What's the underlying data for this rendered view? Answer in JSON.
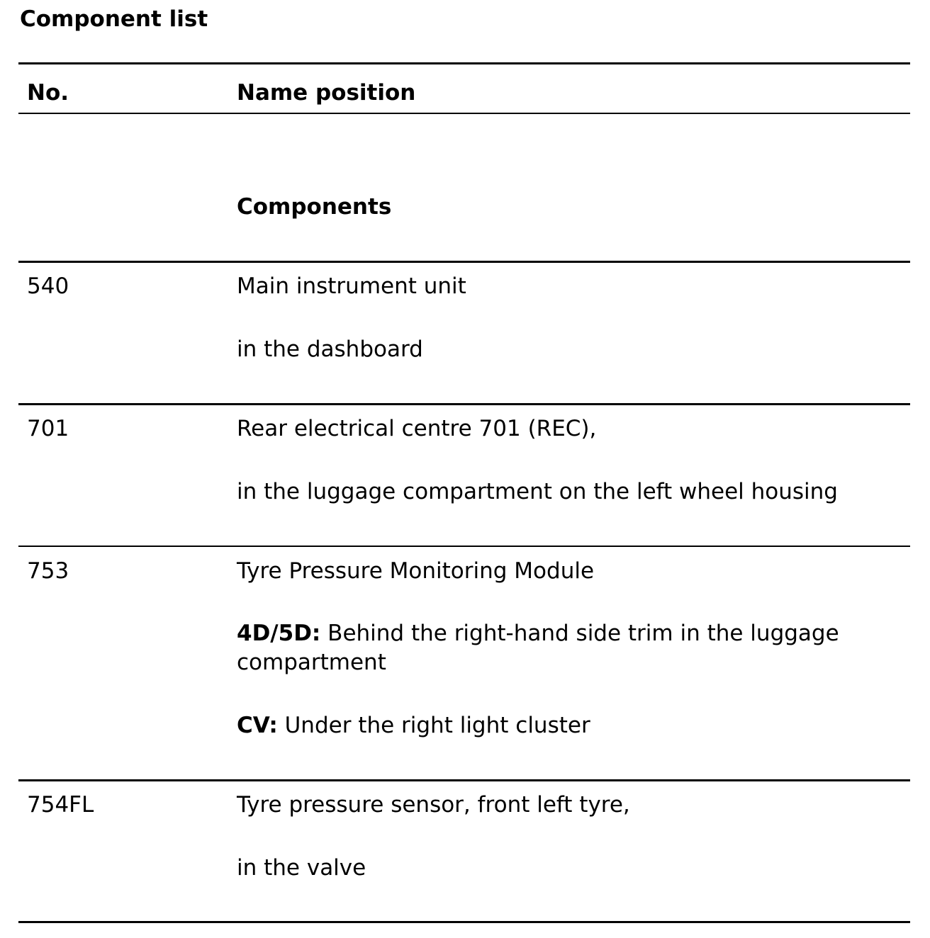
{
  "title": "Component list",
  "header": {
    "no": "No.",
    "name_position": "Name position"
  },
  "section_heading": "Components",
  "rows": [
    {
      "no": "540",
      "name": "Main instrument unit",
      "position": "in the dashboard"
    },
    {
      "no": "701",
      "name": "Rear electrical centre 701 (REC),",
      "position": "in the luggage compartment on the left wheel housing"
    },
    {
      "no": "753",
      "name": "Tyre Pressure Monitoring Module",
      "position_4d5d_label": "4D/5D:",
      "position_4d5d_text": " Behind the right-hand side trim in the luggage compartment",
      "position_cv_label": "CV:",
      "position_cv_text": " Under the right light cluster"
    },
    {
      "no": "754FL",
      "name": "Tyre pressure sensor, front left tyre,",
      "position": "in the valve"
    }
  ]
}
